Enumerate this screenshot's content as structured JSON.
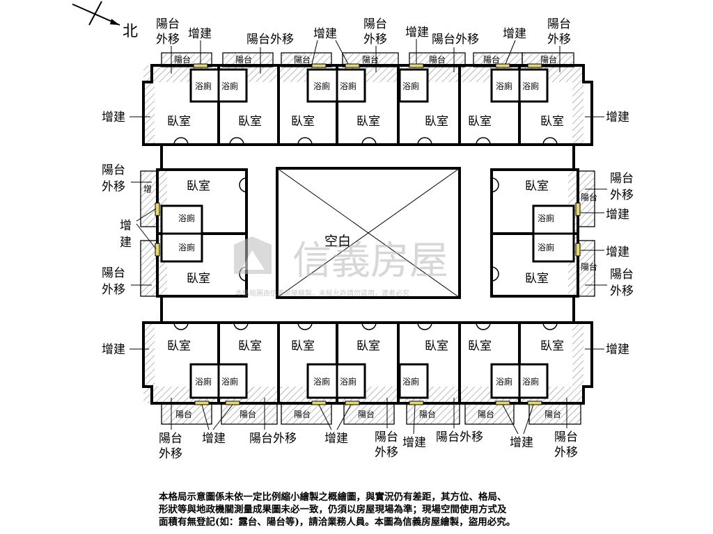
{
  "north_label": "北",
  "labels": {
    "bedroom": "臥室",
    "bathroom": "浴廁",
    "balcony": "陽台",
    "addition": "增建",
    "balcony_extend": "陽台外移",
    "balcony_extend_top": "陽台",
    "balcony_extend_bottom": "外移",
    "addition_top": "增",
    "addition_bottom": "建",
    "void": "空白"
  },
  "watermark": {
    "brand": "信義房屋",
    "subtext": "本格局圖由信義房屋繪製，未經允許請勿盜用，違者必究"
  },
  "disclaimer": [
    "本格局示意圖係未依一定比例縮小繪製之概繪圖，與實況仍有差距，其方位、格局、",
    "形狀等與地政機關測量成果圖未必一致，仍須以房屋現場為準；現場空間使用方式及",
    "面積有無登記(如：露台、陽台等)，請洽業務人員。本圖為信義房屋繪製，盜用必究。"
  ],
  "colors": {
    "wall": "#000000",
    "hatch": "#888888",
    "addition_marker": "#e8d870",
    "watermark": "#c8c8c8"
  }
}
